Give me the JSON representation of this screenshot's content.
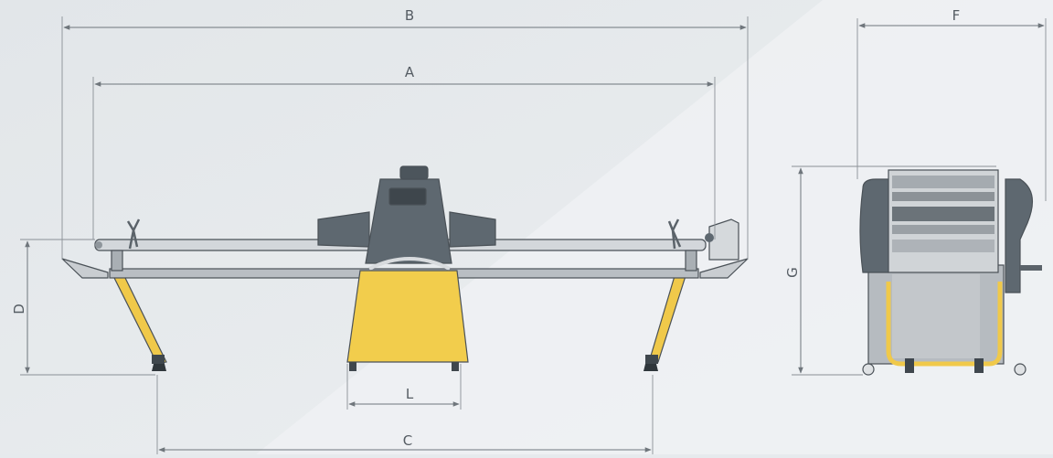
{
  "diagram": {
    "dimension_labels": {
      "A": "A",
      "B": "B",
      "C": "C",
      "D": "D",
      "F": "F",
      "G": "G",
      "L": "L"
    },
    "colors": {
      "background": "#e6eaed",
      "background_highlight": "#eef1f3",
      "body_gray": "#5e6870",
      "body_dark": "#4c555c",
      "frame_light": "#c9cdd1",
      "frame_mid": "#a9afb4",
      "base_yellow": "#f2cd4c",
      "leg_yellow": "#f0c94a",
      "dimension_line": "#6f767c"
    }
  }
}
